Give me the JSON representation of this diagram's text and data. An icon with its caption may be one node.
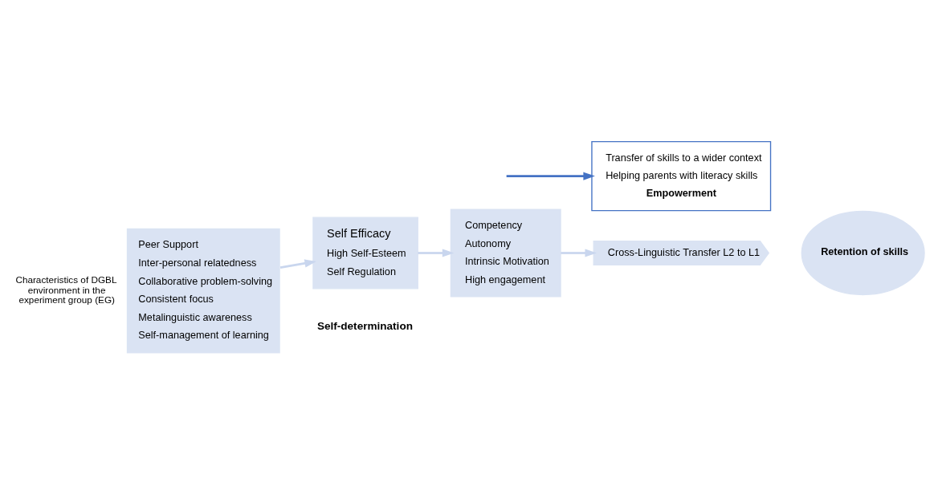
{
  "diagram": {
    "nodes": [
      {
        "text": [
          "Peer Support",
          "Inter-personal relatedness",
          "Collaborative problem-solving",
          "Consistent focus",
          "Metalinguistic awareness",
          "Self-management of learning"
        ],
        "beside": [
          "Characteristics of DGBL environment in the experiment group (EG)"
        ]
      },
      {
        "text": [
          "Self Efficacy",
          "High Self-Esteem",
          "Self Regulation"
        ]
      },
      {
        "text": [
          "Competency",
          "Autonomy",
          "Intrinsic Motivation",
          "High engagement"
        ]
      },
      {
        "text": [
          "Cross-Linguistic Transfer L2 to L1"
        ]
      },
      {
        "text": [
          "Retention of skills"
        ]
      },
      {
        "text": [
          "Transfer of skills to a wider context",
          "Helping parents with literacy skills",
          "Empowerment"
        ]
      }
    ],
    "edges": [
      {
        "from": 0,
        "to": 1,
        "arrow": "to"
      },
      {
        "from": 1,
        "to": 2,
        "arrow": "to"
      },
      {
        "from": 2,
        "to": 3,
        "arrow": "to"
      },
      {
        "from": null,
        "to": 5,
        "arrow": "to",
        "color": "#4472c4"
      }
    ],
    "labels": [
      "Self-determination"
    ]
  }
}
